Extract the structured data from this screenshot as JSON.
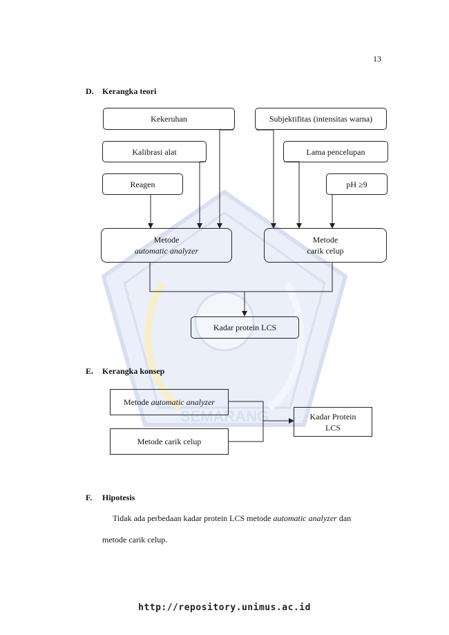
{
  "page_number": "13",
  "sections": {
    "d": {
      "letter": "D.",
      "title": "Kerangka teori"
    },
    "e": {
      "letter": "E.",
      "title": "Kerangka konsep"
    },
    "f": {
      "letter": "F.",
      "title": "Hipotesis"
    }
  },
  "teori": {
    "kekeruhan": "Kekeruhan",
    "subjektifitas": "Subjektifitas (intensitas warna)",
    "kalibrasi": "Kalibrasi alat",
    "lama": "Lama pencelupan",
    "reagen": "Reagen",
    "ph": "pH  ≥9",
    "auto_line1": "Metode",
    "auto_line2": "automatic analyzer",
    "carik_line1": "Metode",
    "carik_line2": "carik celup",
    "kadar": "Kadar protein LCS"
  },
  "konsep": {
    "auto_prefix": "Metode ",
    "auto_italic": "automatic analyzer",
    "carik": "Metode carik celup",
    "kadar_line1": "Kadar Protein",
    "kadar_line2": "LCS"
  },
  "hipotesis": {
    "line1_a": "Tidak ada perbedaan kadar protein LCS metode ",
    "line1_italic": "automatic analyzer",
    "line1_b": " dan",
    "line2": "metode carik celup."
  },
  "watermark": {
    "text": "SEMARANG",
    "colors": [
      "#8fa6d8",
      "#e9d36a"
    ]
  },
  "footer": "http://repository.unimus.ac.id"
}
